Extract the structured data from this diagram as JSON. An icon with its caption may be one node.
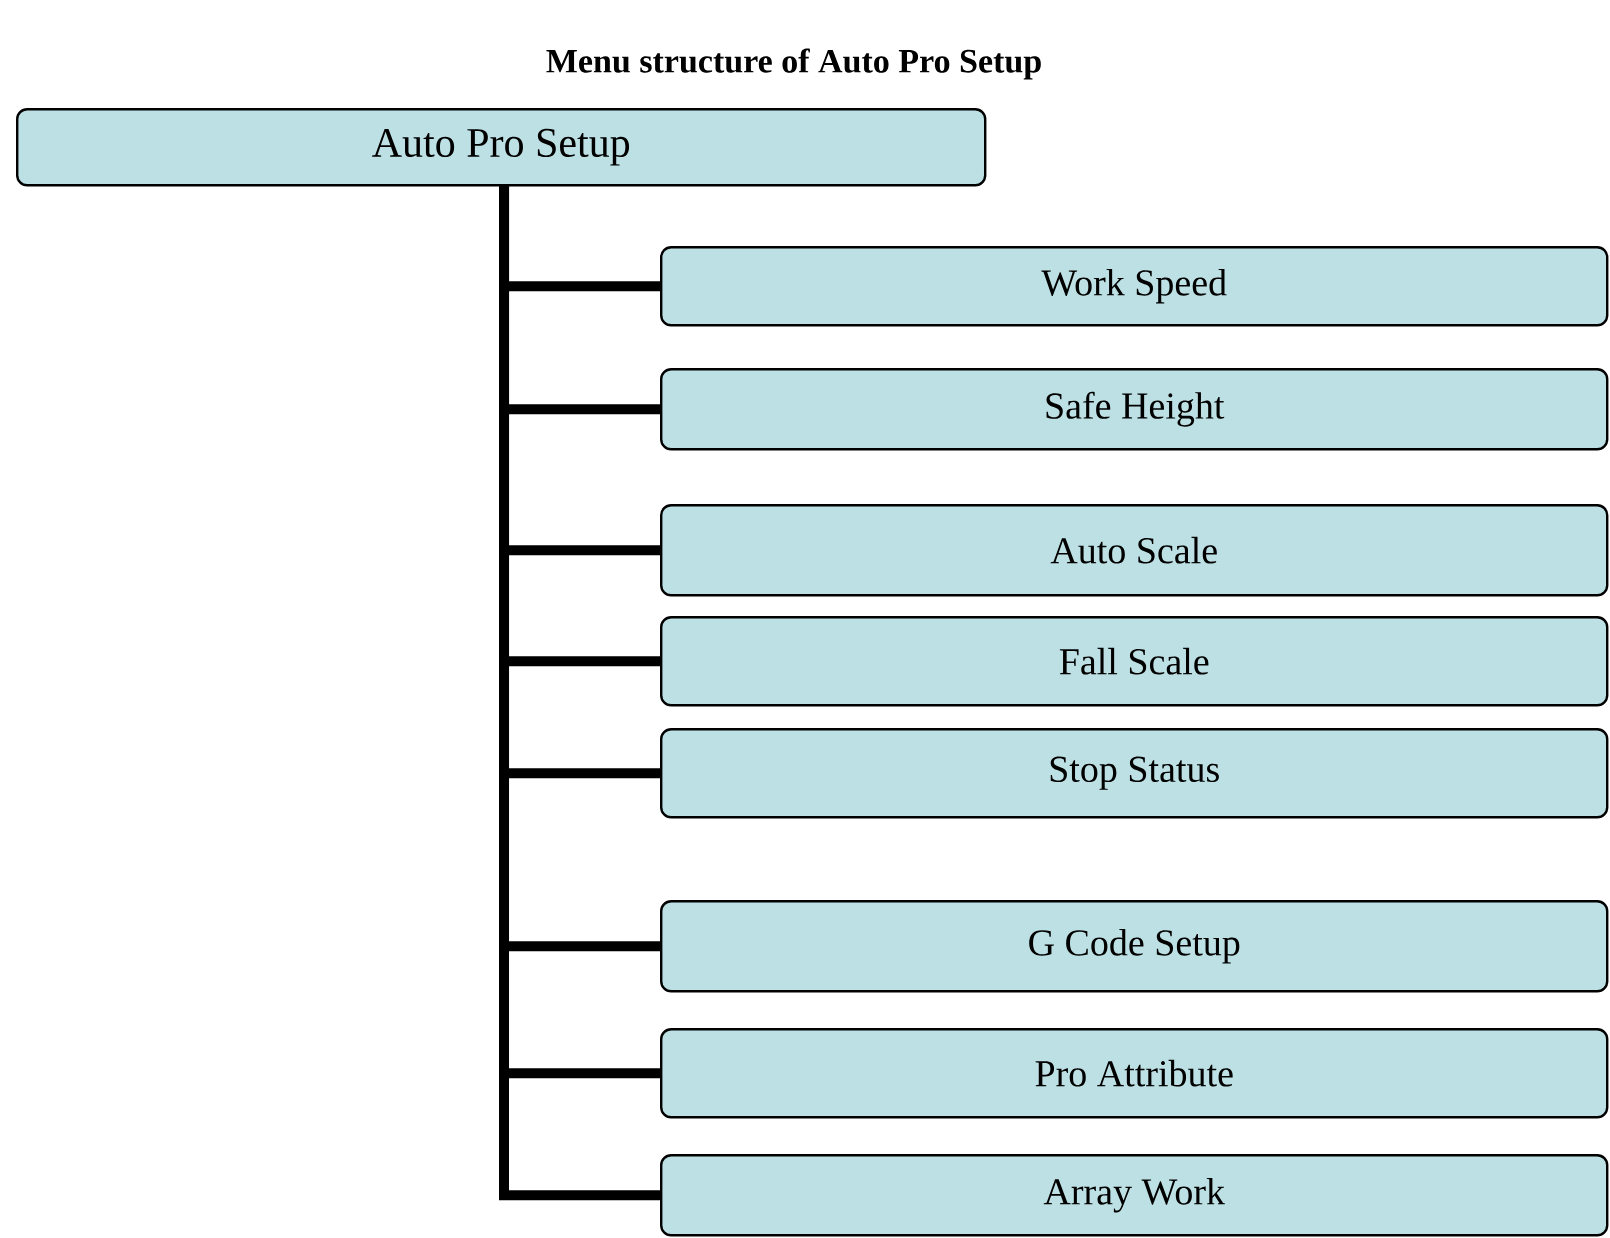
{
  "diagram": {
    "title": "Menu structure of Auto Pro Setup",
    "nodes": [
      {
        "text": [
          "Auto Pro Setup"
        ]
      },
      {
        "text": [
          "Work Speed"
        ]
      },
      {
        "text": [
          "Safe Height"
        ]
      },
      {
        "text": [
          "Auto Scale"
        ]
      },
      {
        "text": [
          "Fall Scale"
        ]
      },
      {
        "text": [
          "Stop Status"
        ]
      },
      {
        "text": [
          "G Code Setup"
        ]
      },
      {
        "text": [
          "Pro Attribute"
        ]
      },
      {
        "text": [
          "Array Work"
        ]
      }
    ],
    "edges": [
      {
        "from": 0,
        "to": 1,
        "arrow": "none"
      },
      {
        "from": 0,
        "to": 2,
        "arrow": "none"
      },
      {
        "from": 0,
        "to": 3,
        "arrow": "none"
      },
      {
        "from": 0,
        "to": 4,
        "arrow": "none"
      },
      {
        "from": 0,
        "to": 5,
        "arrow": "none"
      },
      {
        "from": 0,
        "to": 6,
        "arrow": "none"
      },
      {
        "from": 0,
        "to": 7,
        "arrow": "none"
      },
      {
        "from": 0,
        "to": 8,
        "arrow": "none"
      }
    ]
  }
}
